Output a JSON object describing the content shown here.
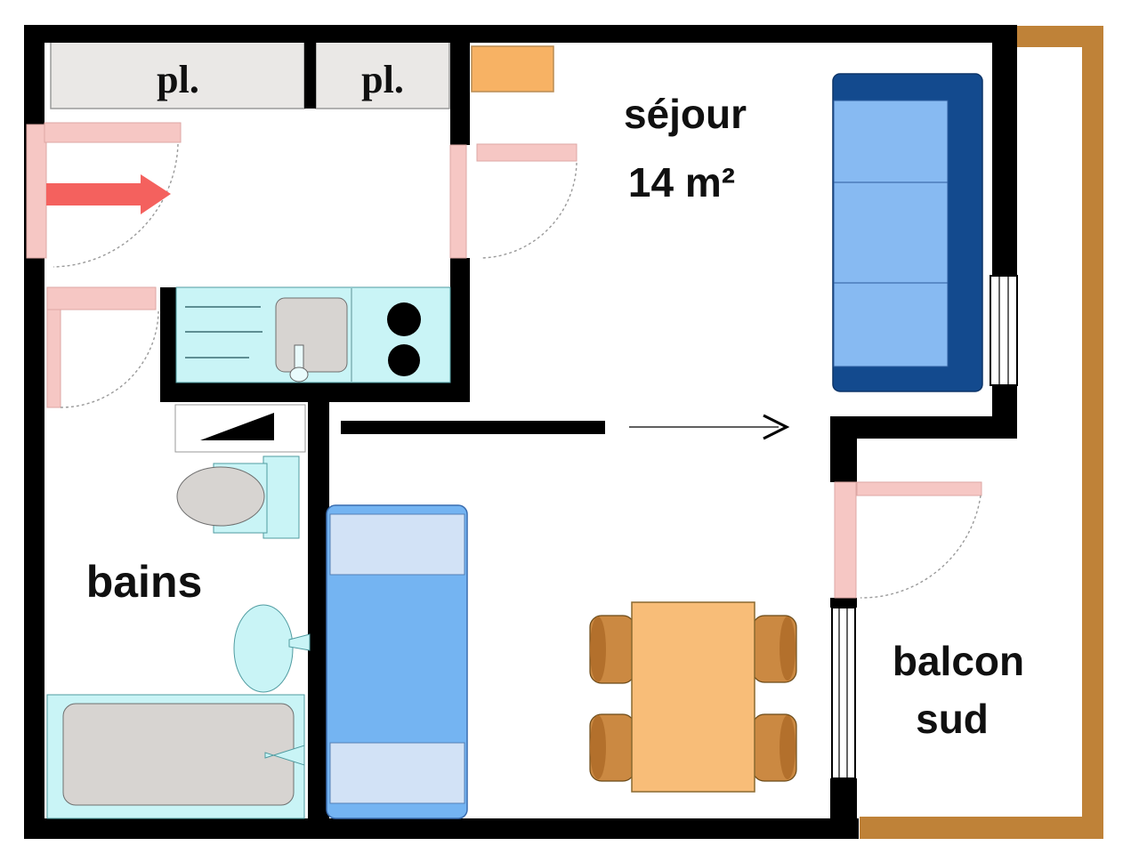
{
  "title": "apartment floor plan",
  "labels": {
    "closet_left": "pl.",
    "closet_right": "pl.",
    "living_room": "séjour",
    "living_room_area": "14 m²",
    "bathroom": "bains",
    "balcony_line1": "balcon",
    "balcony_line2": "sud"
  },
  "colors": {
    "wall": "#000000",
    "door_pink": "#f6c7c4",
    "entry_arrow_red": "#f4615e",
    "fixture_cyan": "#c9f4f6",
    "fixture_gray": "#d7d4d1",
    "closet_gray": "#eae8e6",
    "sofa_frame_blue": "#134a8e",
    "sofa_cushion_blue": "#87baf2",
    "bed_body_blue": "#74b4f2",
    "bed_pad_blue": "#d2e2f6",
    "table_orange": "#f8bd78",
    "chair_brown": "#cb8942",
    "chair_cap_brown": "#b3702c",
    "sideboard_orange": "#f7b264",
    "balcony_railing_brown": "#bf8238"
  }
}
